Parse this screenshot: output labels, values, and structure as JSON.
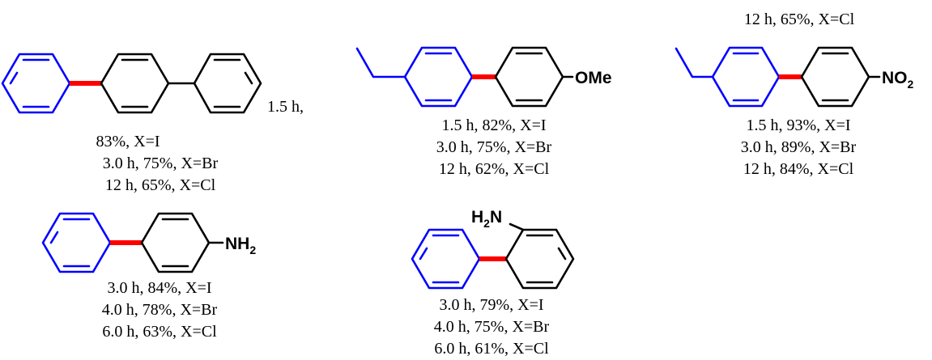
{
  "colors": {
    "aryl_halide_ring": "#0000ff",
    "new_bond": "#ff0000",
    "partner_ring": "#000000"
  },
  "products": [
    {
      "lines": [
        "1.5 h,",
        "83%, X=I",
        "3.0 h, 75%, X=Br",
        "12 h, 65%, X=Cl"
      ]
    },
    {
      "substituent": "OMe",
      "lines": [
        "1.5 h, 82%, X=I",
        "3.0 h, 75%, X=Br",
        "12 h, 62%, X=Cl"
      ]
    },
    {
      "substituent": {
        "main": "NO",
        "sub": "2"
      },
      "lines": [
        "12 h, 65%, X=Cl",
        "1.5 h, 93%, X=I",
        "3.0 h, 89%, X=Br",
        "12 h, 84%, X=Cl"
      ]
    },
    {
      "substituent": {
        "main": "NH",
        "sub": "2"
      },
      "lines": [
        "3.0 h, 84%, X=I",
        "4.0 h, 78%, X=Br",
        "6.0 h, 63%, X=Cl"
      ]
    },
    {
      "substituent": {
        "main": "H",
        "sub": "2",
        "tail": "N"
      },
      "lines": [
        "3.0 h, 79%, X=I",
        "4.0 h, 75%, X=Br",
        "6.0 h, 61%, X=Cl"
      ]
    }
  ]
}
